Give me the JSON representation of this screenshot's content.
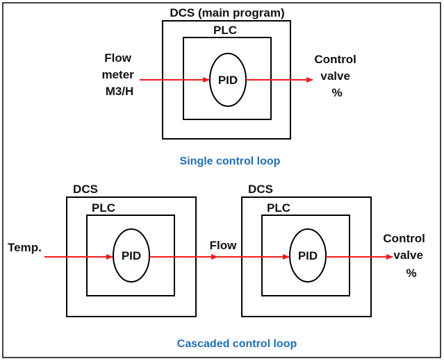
{
  "colors": {
    "line": "#000000",
    "signal": "#ee1c1c",
    "caption": "#1f6fb5"
  },
  "single_loop": {
    "dcs_label": "DCS (main program)",
    "plc_label": "PLC",
    "pid_label": "PID",
    "input_lines": [
      "Flow",
      "meter",
      "M3/H"
    ],
    "output_lines": [
      "Control",
      "valve",
      "%"
    ],
    "caption": "Single control loop"
  },
  "cascaded_loop": {
    "left": {
      "dcs_label": "DCS",
      "plc_label": "PLC",
      "pid_label": "PID"
    },
    "right": {
      "dcs_label": "DCS",
      "plc_label": "PLC",
      "pid_label": "PID"
    },
    "input_label": "Temp.",
    "intermediate_label": "Flow",
    "output_lines": [
      "Control",
      "valve",
      "%"
    ],
    "caption": "Cascaded control loop"
  },
  "icons": [
    "arrow-head-icon"
  ]
}
